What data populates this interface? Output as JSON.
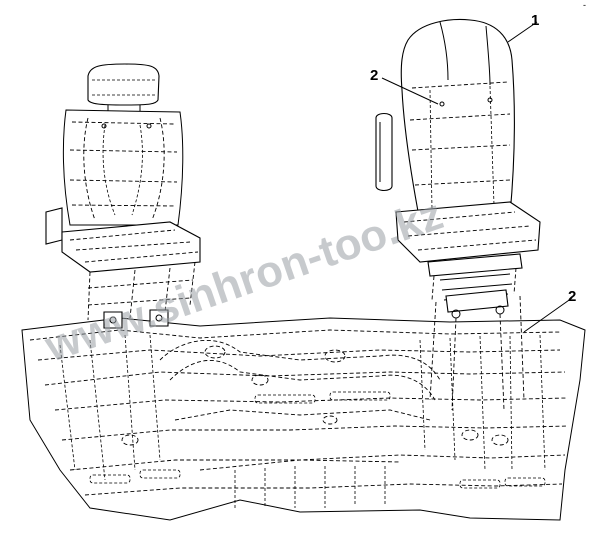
{
  "diagram": {
    "callouts": [
      {
        "id": "seat-driver",
        "label": "1"
      },
      {
        "id": "seat-belt-mount",
        "label": "2"
      },
      {
        "id": "floor-mount",
        "label": "2"
      }
    ],
    "watermark": "www.sinhron-too.kz",
    "corner_mark": "-"
  }
}
